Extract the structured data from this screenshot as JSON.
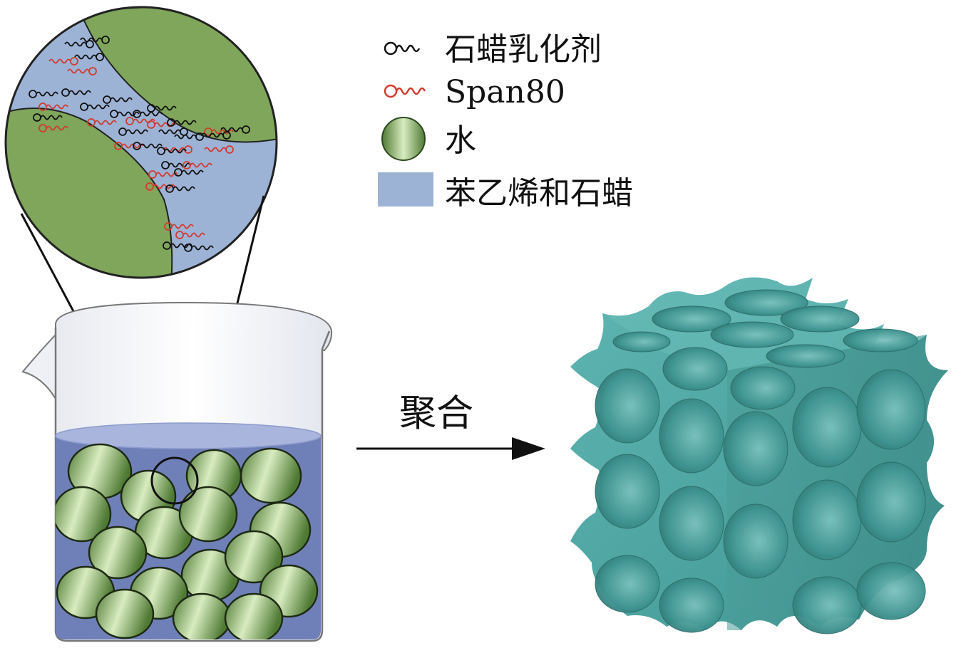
{
  "legend": {
    "paraffin_emulsifier": "石蜡乳化剂",
    "span80": "Span80",
    "water": "水",
    "styrene_paraffin": "苯乙烯和石蜡"
  },
  "process": {
    "arrow_label": "聚合"
  },
  "colors": {
    "water_green": "#7fa65a",
    "oil_blue": "#9db3d6",
    "beaker_liquid": "#6f80b8",
    "emulsifier_black": "#111111",
    "span80_red": "#d23b2e",
    "polymer_teal": "#4aa3a0"
  }
}
